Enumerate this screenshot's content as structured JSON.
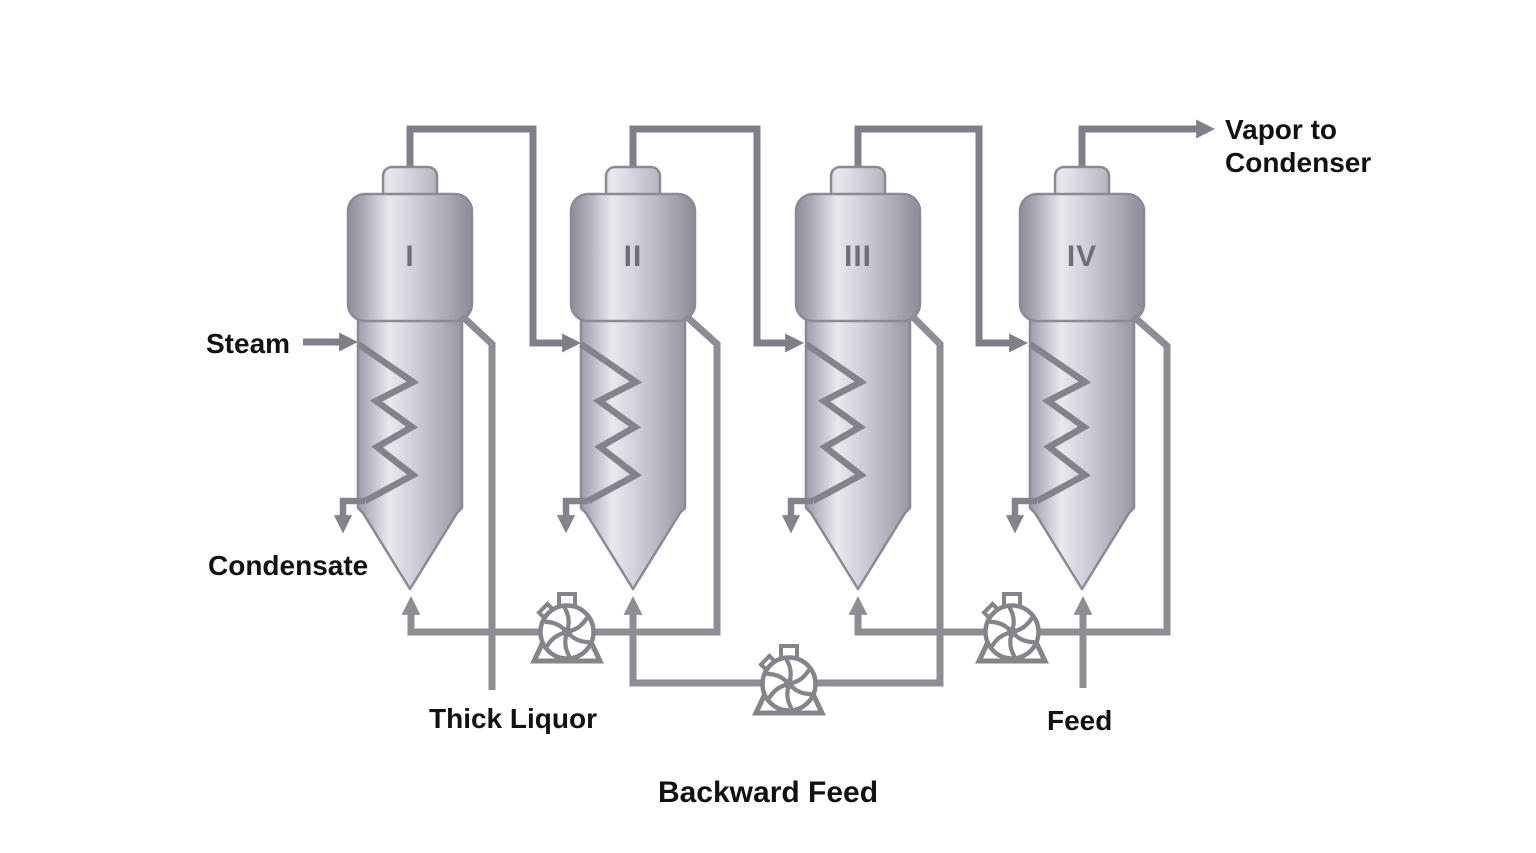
{
  "diagram": {
    "title": "Backward Feed",
    "labels": {
      "steam": "Steam",
      "condensate": "Condensate",
      "thick_liquor": "Thick Liquor",
      "feed": "Feed",
      "vapor_to_condenser": "Vapor to\nCondenser"
    },
    "evaporators": [
      {
        "label": "I"
      },
      {
        "label": "II"
      },
      {
        "label": "III"
      },
      {
        "label": "IV"
      }
    ],
    "icons": {
      "pump": "pump-icon",
      "flow_arrow": "arrow-icon"
    },
    "colors": {
      "vapor_pipe": "#7f7f88",
      "liquor_pipe": "#8e8d94",
      "coil": "#84838c",
      "vessel_edge": "#8c8997",
      "vessel_highlight": "#e9e8ee",
      "text": "#121212"
    }
  }
}
